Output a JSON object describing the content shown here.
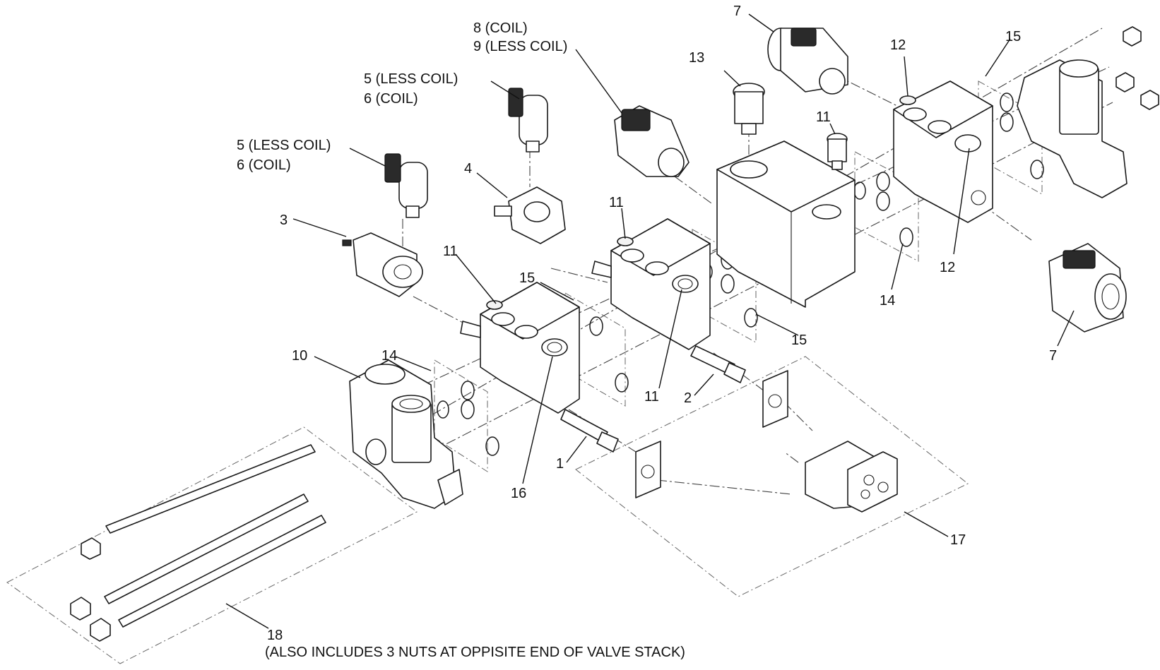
{
  "callouts": {
    "c1": "1",
    "c2": "2",
    "c3": "3",
    "c4": "4",
    "c5a_line1": "5 (LESS COIL)",
    "c5a_line2": "6 (COIL)",
    "c5b_line1": "5 (LESS COIL)",
    "c5b_line2": "6 (COIL)",
    "c7a": "7",
    "c7b": "7",
    "c8_line1": "8 (COIL)",
    "c8_line2": "9 (LESS COIL)",
    "c10": "10",
    "c11a": "11",
    "c11b": "11",
    "c11c": "11",
    "c11d": "11",
    "c12a": "12",
    "c12b": "12",
    "c13": "13",
    "c14a": "14",
    "c14b": "14",
    "c15a": "15",
    "c15b": "15",
    "c15c": "15",
    "c16": "16",
    "c17": "17",
    "c18_line1": "18",
    "c18_line2": "(ALSO INCLUDES 3 NUTS AT OPPISITE END OF VALVE STACK)"
  }
}
